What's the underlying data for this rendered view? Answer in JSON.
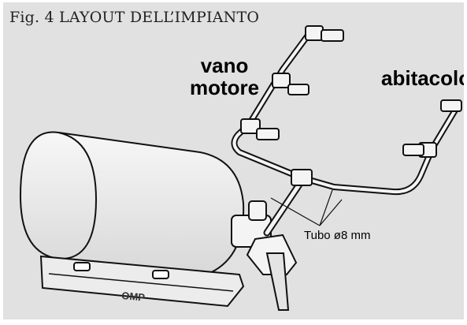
{
  "figure": {
    "caption": "Fig. 4 LAYOUT DELL’IMPIANTO",
    "labels": {
      "engine_line1": "vano",
      "engine_line2": "motore",
      "cabin": "abitacolo",
      "tube": "Tubo ø8 mm"
    },
    "cylinder_brand": "OMP",
    "colors": {
      "background": "#e1e1e1",
      "line": "#111111",
      "part_fill": "#f4f4f4"
    }
  }
}
